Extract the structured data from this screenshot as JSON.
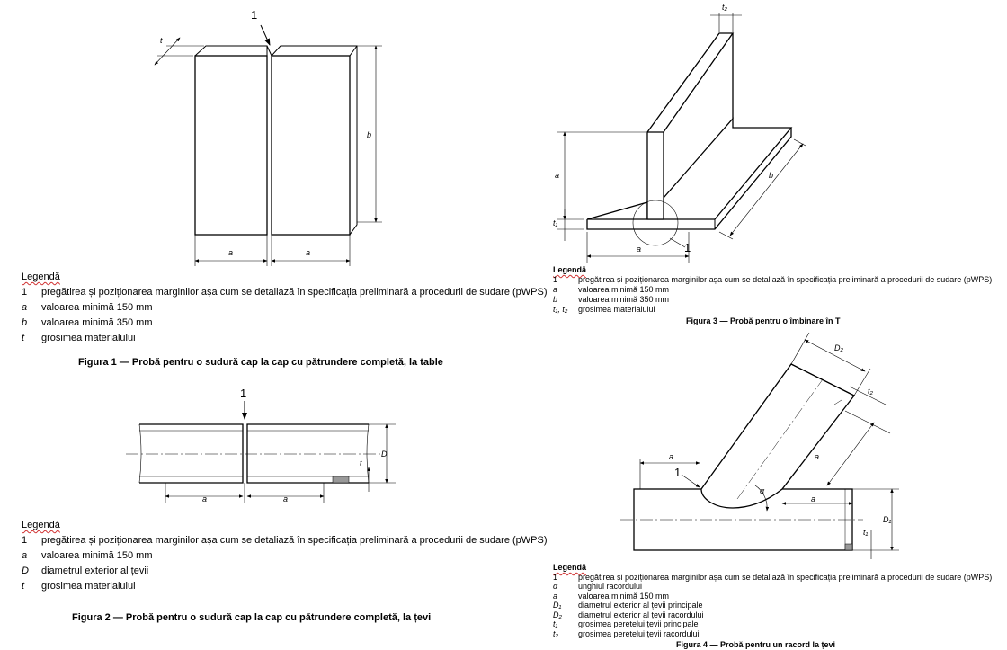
{
  "figure1": {
    "labels": {
      "marker": "1",
      "t": "t",
      "b": "b",
      "a1": "a",
      "a2": "a"
    },
    "legend_title": "Legendă",
    "legend": [
      {
        "key": "1",
        "text": "pregătirea și poziționarea marginilor așa cum se detaliază în specificația preliminară a procedurii de sudare (pWPS)"
      },
      {
        "key": "a",
        "text": "valoarea minimă 150 mm"
      },
      {
        "key": "b",
        "text": "valoarea minimă 350 mm"
      },
      {
        "key": "t",
        "text": "grosimea materialului"
      }
    ],
    "caption": "Figura 1 — Probă pentru o sudură cap la cap cu pătrundere completă, la table"
  },
  "figure2": {
    "labels": {
      "marker": "1",
      "t": "t",
      "D": "D",
      "a1": "a",
      "a2": "a"
    },
    "legend_title": "Legendă",
    "legend": [
      {
        "key": "1",
        "text": "pregătirea și poziționarea marginilor așa cum se detaliază în specificația preliminară a procedurii de sudare (pWPS)"
      },
      {
        "key": "a",
        "text": "valoarea minimă 150 mm"
      },
      {
        "key": "D",
        "text": "diametrul exterior al țevii"
      },
      {
        "key": "t",
        "text": "grosimea materialului"
      }
    ],
    "caption": "Figura 2 — Probă pentru o sudură cap la cap cu pătrundere completă, la țevi"
  },
  "figure3": {
    "labels": {
      "marker": "1",
      "t2": "t₂",
      "t1": "t₁",
      "a_vert": "a",
      "a_horiz": "a",
      "b": "b"
    },
    "legend_title": "Legendă",
    "legend": [
      {
        "key": "1",
        "text": "pregătirea și poziționarea marginilor așa cum se detaliază în specificația preliminară a procedurii de sudare (pWPS)"
      },
      {
        "key": "a",
        "text": "valoarea minimă 150 mm"
      },
      {
        "key": "b",
        "text": "valoarea minimă 350 mm"
      },
      {
        "key": "t₁, t₂",
        "text": "grosimea materialului"
      }
    ],
    "caption": "Figura 3 — Probă pentru o îmbinare în T"
  },
  "figure4": {
    "labels": {
      "marker": "1",
      "D2": "D₂",
      "t2": "t₂",
      "a_branch": "a",
      "a_left": "a",
      "a_right": "a",
      "alpha": "α",
      "D1": "D₁",
      "t1": "t₁"
    },
    "legend_title": "Legendă",
    "legend": [
      {
        "key": "1",
        "text": "pregătirea și poziționarea marginilor așa cum se detaliază în specificația preliminară a procedurii de sudare (pWPS)"
      },
      {
        "key": "α",
        "text": "unghiul racordului"
      },
      {
        "key": "a",
        "text": "valoarea minimă 150 mm"
      },
      {
        "key": "D₁",
        "text": "diametrul exterior al țevii principale"
      },
      {
        "key": "D₂",
        "text": "diametrul exterior al țevii racordului"
      },
      {
        "key": "t₁",
        "text": "grosimea peretelui țevii principale"
      },
      {
        "key": "t₂",
        "text": "grosimea peretelui țevii racordului"
      }
    ],
    "caption": "Figura 4 — Probă pentru un racord la țevi"
  }
}
